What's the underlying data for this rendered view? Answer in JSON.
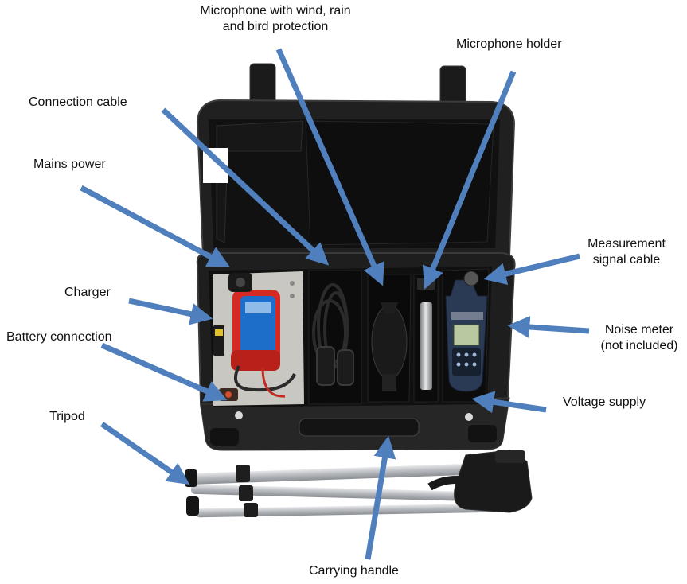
{
  "labels": {
    "microphone_protection": {
      "line1": "Microphone with wind, rain",
      "line2": "and bird protection"
    },
    "microphone_holder": "Microphone holder",
    "connection_cable": "Connection cable",
    "mains_power": "Mains power",
    "measurement_signal_cable": {
      "line1": "Measurement",
      "line2": "signal cable"
    },
    "charger": "Charger",
    "noise_meter": {
      "line1": "Noise meter",
      "line2": "(not included)"
    },
    "battery_connection": "Battery connection",
    "voltage_supply": "Voltage supply",
    "tripod": "Tripod",
    "carrying_handle": "Carrying handle"
  },
  "colors": {
    "arrow": "#4f7fbd",
    "case": "#1d1d1d",
    "case_edge": "#3a3a3a",
    "foam": "#121212",
    "panel": "#c9c7c2",
    "tripod_leg": "#c8cacd",
    "meter_body": "#2a3a55",
    "meter_screen": "#b9c8a0",
    "charger_red": "#d42a23",
    "charger_blue": "#1d6ec9"
  }
}
